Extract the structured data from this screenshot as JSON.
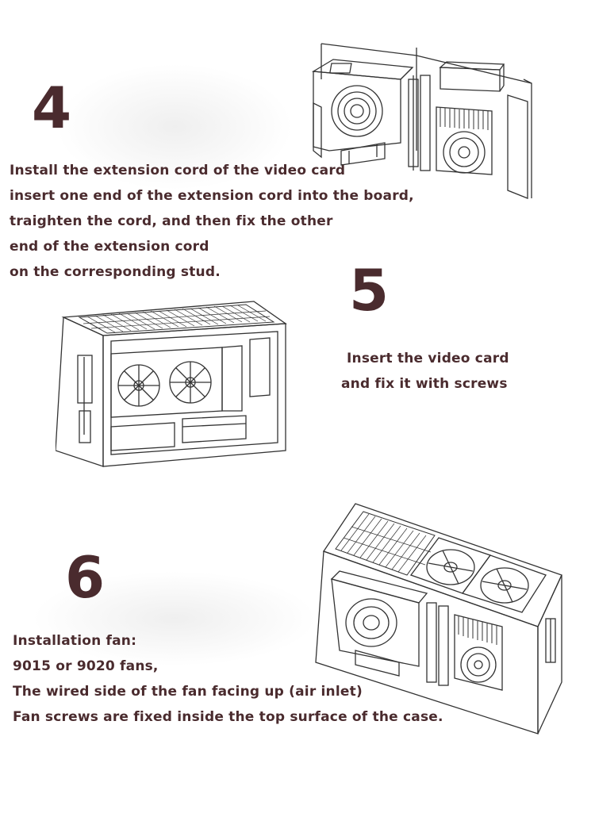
{
  "step4": {
    "number": "4",
    "lines": [
      "Install the extension cord of the video card",
      "insert one end of the extension cord into the board,",
      "traighten the cord, and then fix the other",
      "end of the extension cord",
      "on the corresponding stud."
    ]
  },
  "step5": {
    "number": "5",
    "lines": [
      "Insert the video card",
      "and fix it with screws"
    ]
  },
  "step6": {
    "number": "6",
    "lines": [
      "Installation fan:",
      "9015 or 9020 fans,",
      "The wired side of the fan facing up (air inlet)",
      "Fan screws are fixed inside the top surface of the case."
    ]
  },
  "colors": {
    "text": "#4a2b2e",
    "line_art": "#333333"
  }
}
